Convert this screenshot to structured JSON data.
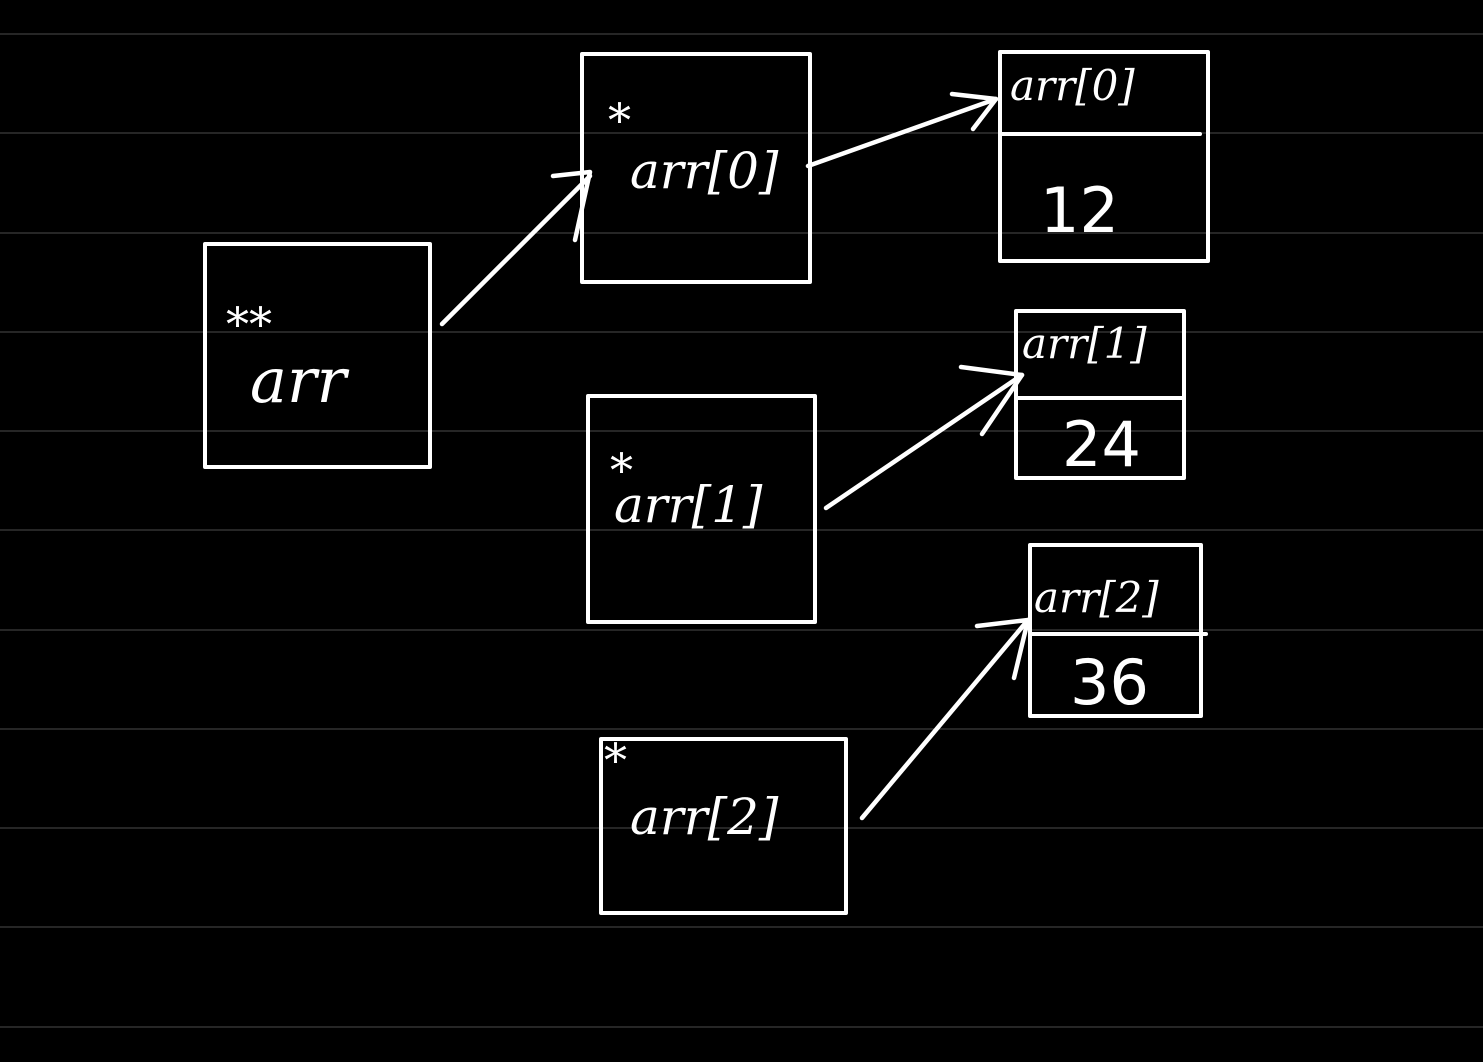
{
  "background_color": "#000000",
  "ink_color": "#ffffff",
  "double_pointer": {
    "star": "**",
    "name": "arr"
  },
  "pointers": [
    {
      "star": "*",
      "name": "arr[0]"
    },
    {
      "star": "*",
      "name": "arr[1]"
    },
    {
      "star": "*",
      "name": "arr[2]"
    }
  ],
  "values": [
    {
      "label": "arr[0]",
      "value": "12"
    },
    {
      "label": "arr[1]",
      "value": "24"
    },
    {
      "label": "arr[2]",
      "value": "36"
    }
  ]
}
